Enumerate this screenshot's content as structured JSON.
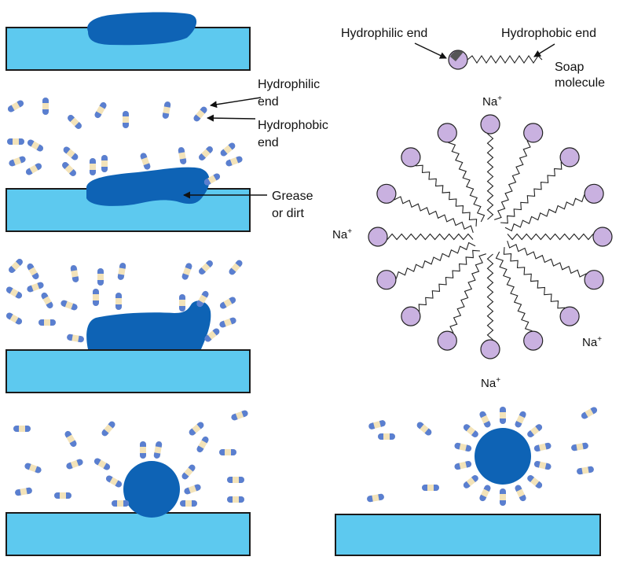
{
  "labels": {
    "hydrophilic_end_top": "Hydrophilic end",
    "hydrophobic_end_top": "Hydrophobic end",
    "soap_molecule_1": "Soap",
    "soap_molecule_2": "molecule",
    "hydrophilic_end_left_1": "Hydrophilic",
    "hydrophilic_end_left_2": "end",
    "hydrophobic_end_left_1": "Hydrophobic",
    "hydrophobic_end_left_2": "end",
    "grease_1": "Grease",
    "grease_2": "or dirt"
  },
  "ions": {
    "na_symbol": "Na",
    "na_charge": "+"
  },
  "colors": {
    "surface": "#5dc9ef",
    "grease": "#0e63b5",
    "capsule_tail": "#f3e3b9",
    "capsule_head": "#5a7fd0",
    "soap_head": "#c9b1e0"
  }
}
